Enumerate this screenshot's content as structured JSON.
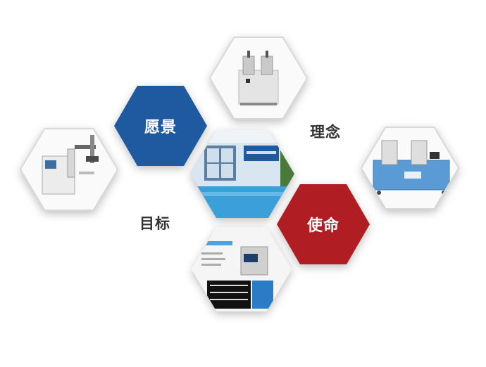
{
  "labels": {
    "vision": "愿景",
    "philosophy": "理念",
    "goal": "目标",
    "mission": "使命"
  },
  "colors": {
    "vision_hex": "#1f5aa0",
    "mission_hex": "#b01e23",
    "frame": "#d8d8d8",
    "text_dark": "#333333"
  },
  "icons": [
    "machine-photo",
    "office-photo",
    "screen-photo"
  ]
}
